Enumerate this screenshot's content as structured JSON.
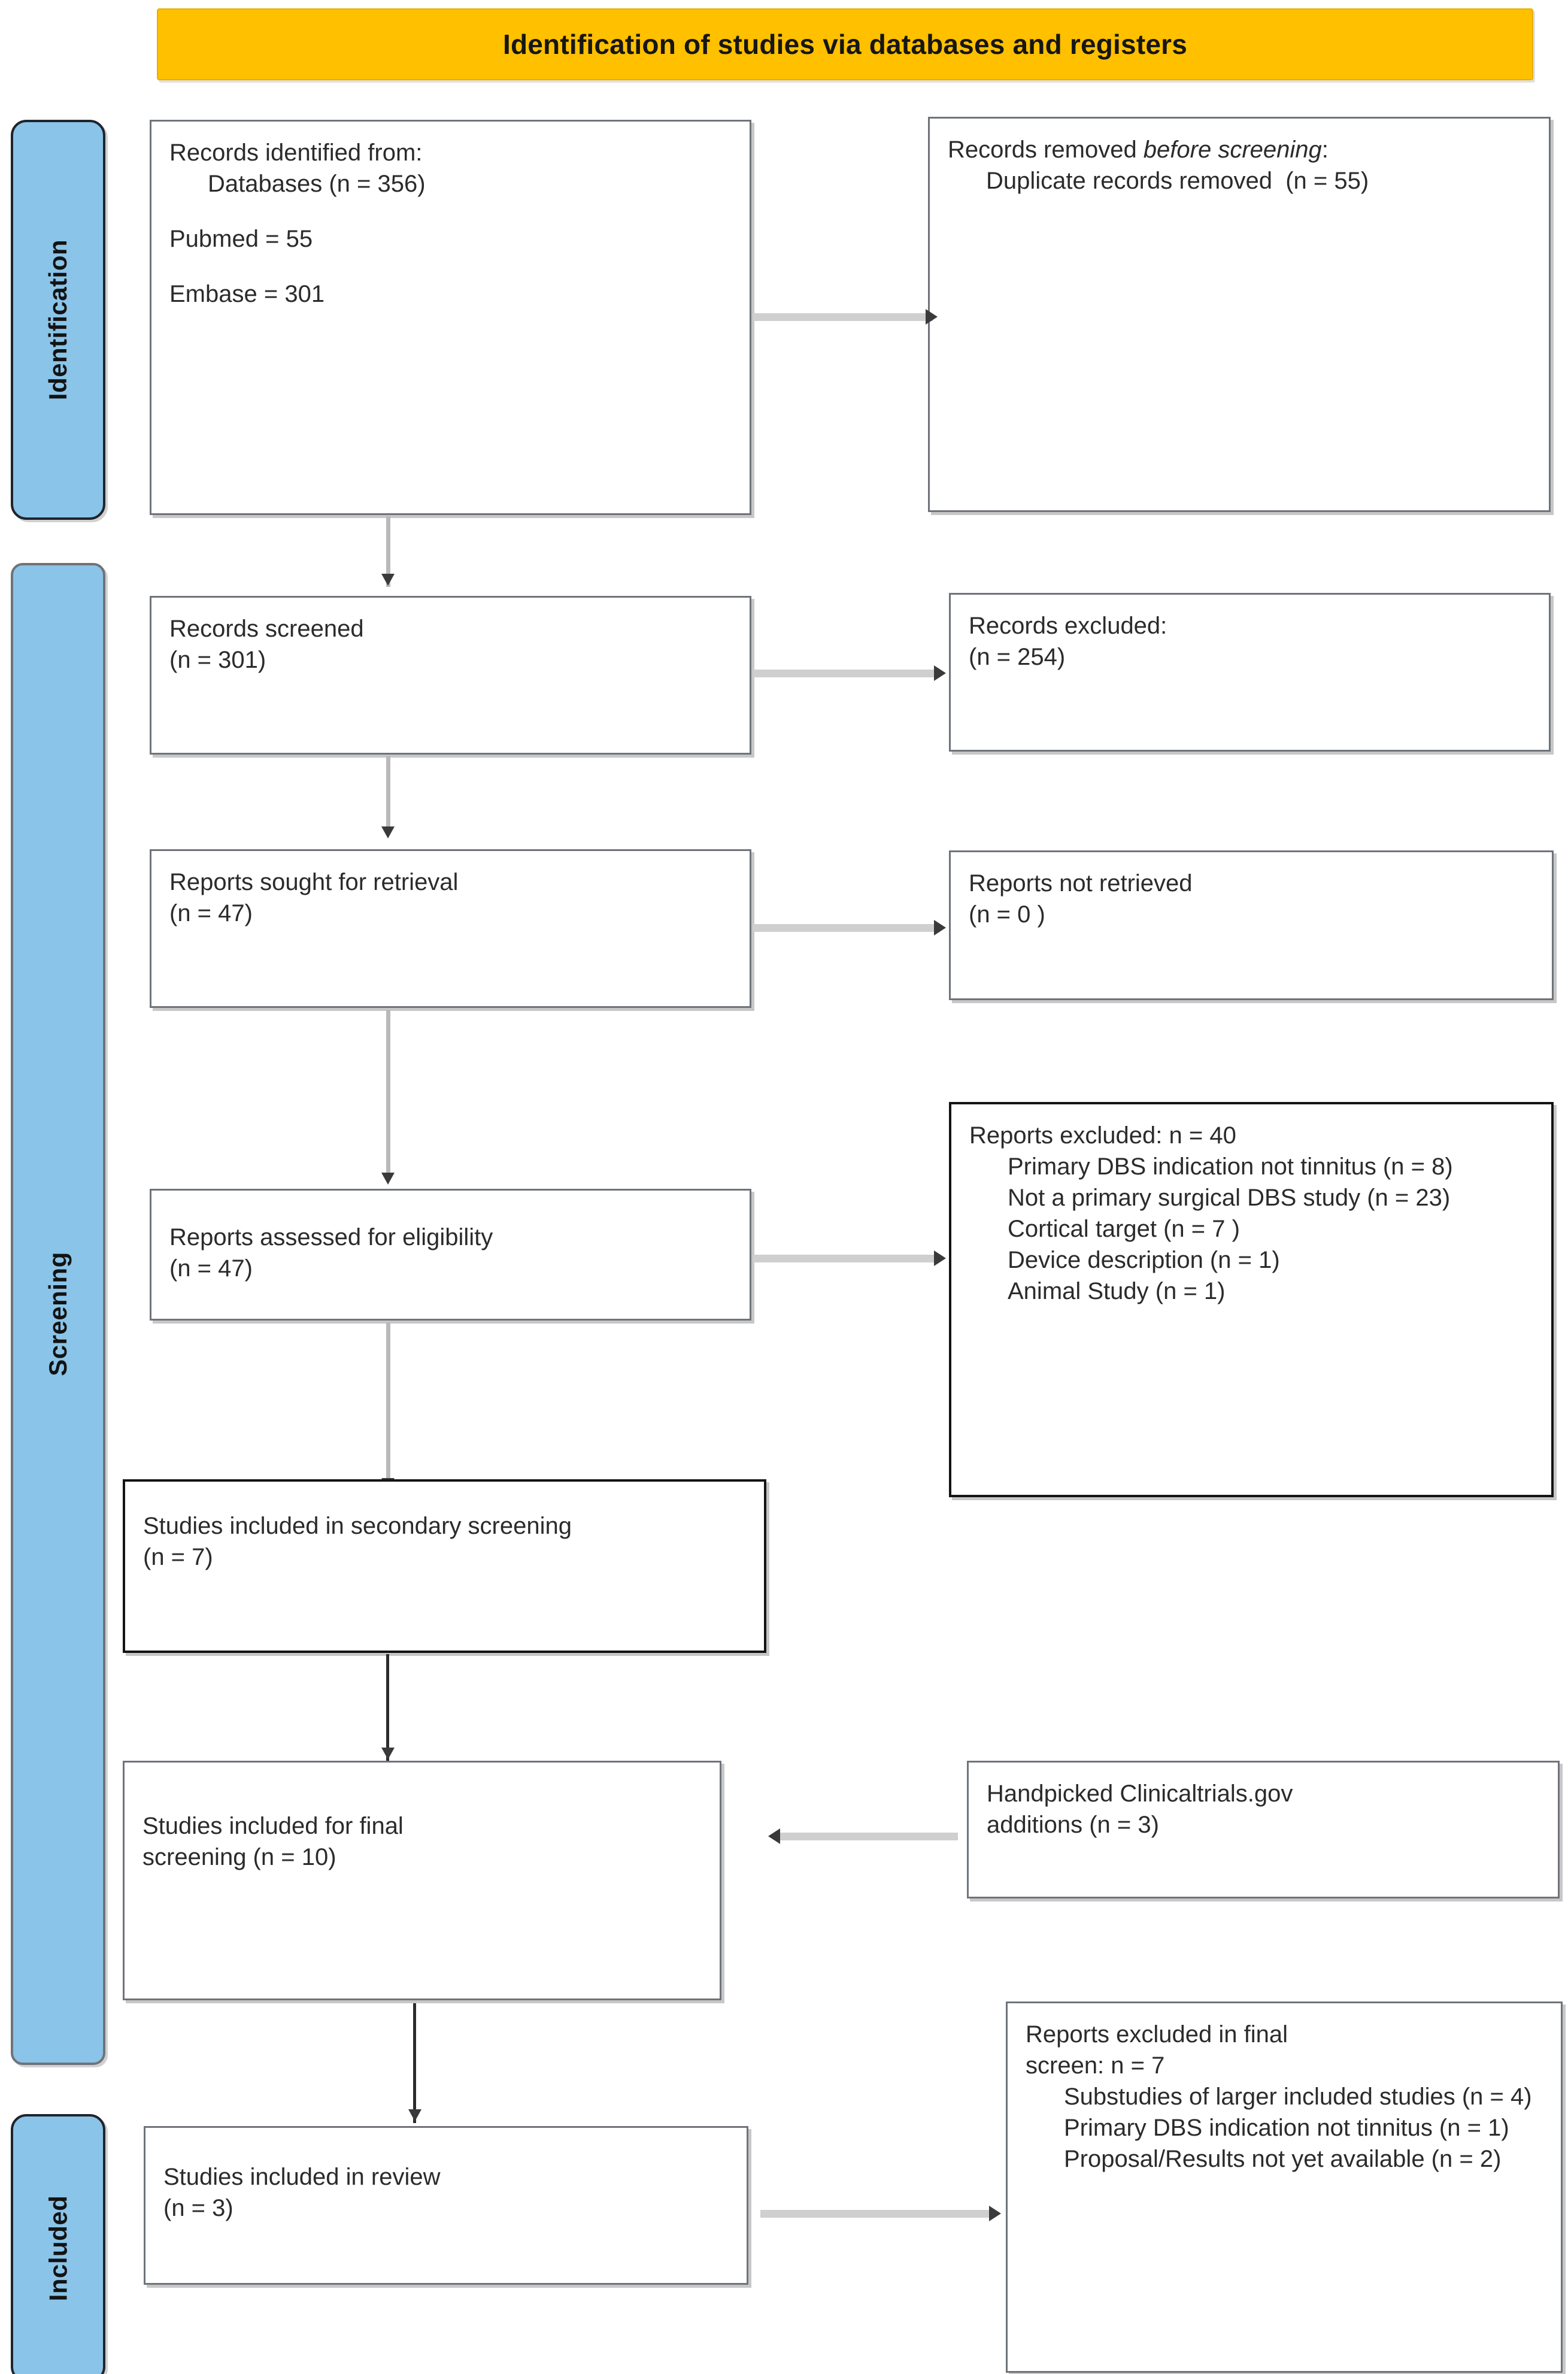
{
  "banner": {
    "title": "Identification of studies via databases and registers"
  },
  "stages": {
    "identification": "Identification",
    "screening": "Screening",
    "included": "Included"
  },
  "boxes": {
    "records_identified": {
      "heading": "Records identified from:",
      "line_databases": "Databases (n = 356)",
      "line_pubmed": "Pubmed = 55",
      "line_embase": "Embase = 301"
    },
    "records_removed": {
      "heading_a": "Records removed ",
      "heading_italic": "before screening",
      "heading_b": ":",
      "line_duplicates": "Duplicate records removed  (n = 55)"
    },
    "records_screened": {
      "heading": "Records screened",
      "count": "(n = 301)"
    },
    "records_excluded": {
      "heading": "Records excluded:",
      "count": "(n = 254)"
    },
    "reports_sought": {
      "heading": "Reports sought for retrieval",
      "count": "(n = 47)"
    },
    "reports_not_retrieved": {
      "heading": "Reports not retrieved",
      "count": "(n = 0 )"
    },
    "reports_assessed": {
      "heading": "Reports assessed for eligibility",
      "count": "(n = 47)"
    },
    "reports_excluded": {
      "heading": "Reports excluded: n = 40",
      "reasons": [
        "Primary DBS indication not tinnitus (n = 8)",
        "Not a primary surgical DBS study (n = 23)",
        "Cortical target (n = 7 )",
        "Device description (n = 1)",
        "Animal Study (n = 1)"
      ]
    },
    "secondary_screening": {
      "heading": "Studies included in secondary screening",
      "count": "(n = 7)"
    },
    "final_screening": {
      "heading": "Studies included for final",
      "count": "screening (n = 10)"
    },
    "handpicked": {
      "heading": "Handpicked Clinicaltrials.gov",
      "count": "additions (n = 3)"
    },
    "included_review": {
      "heading": "Studies included in review",
      "count": "(n = 3)"
    },
    "final_excluded": {
      "heading": "Reports excluded in final",
      "heading2": "screen: n = 7",
      "reasons": [
        "Substudies of larger included studies (n = 4)",
        "Primary DBS indication not tinnitus (n = 1)",
        "Proposal/Results not yet available (n = 2)"
      ]
    }
  },
  "colors": {
    "banner_bg": "#FFC000",
    "stage_bg": "#8AC4E8",
    "box_border": "#6f7379",
    "box_border_dark": "#141414"
  }
}
